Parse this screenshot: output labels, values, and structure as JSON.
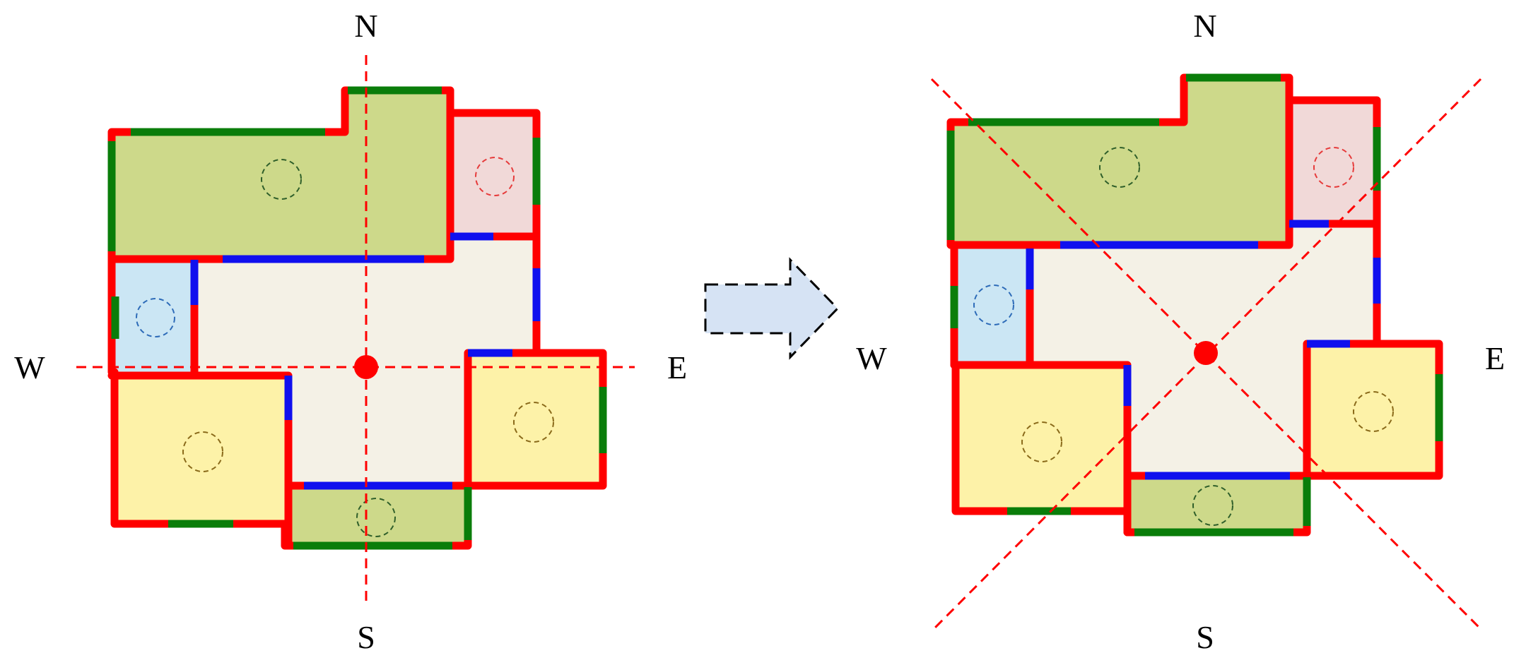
{
  "colors": {
    "exterior_wall": "#ff0000",
    "window": "#0a7d0a",
    "interior_door": "#1010ee",
    "axis": "#ff0000",
    "center": "#ff0000",
    "room_green": "#cdd98a",
    "room_pink": "#f1d9d8",
    "room_blue": "#cbe6f4",
    "room_yellow": "#fdf2a8",
    "corridor": "#f4f1e6",
    "arrow_fill": "#d6e3f4",
    "arrow_stroke": "#000000"
  },
  "left_plan": {
    "compass": {
      "north": "N",
      "south": "S",
      "west": "W",
      "east": "E"
    },
    "axes": "cross"
  },
  "right_plan": {
    "compass": {
      "north": "N",
      "south": "S",
      "west": "W",
      "east": "E"
    },
    "axes": "diagonal-x"
  },
  "arrow": {
    "direction": "right",
    "style": "dashed"
  }
}
